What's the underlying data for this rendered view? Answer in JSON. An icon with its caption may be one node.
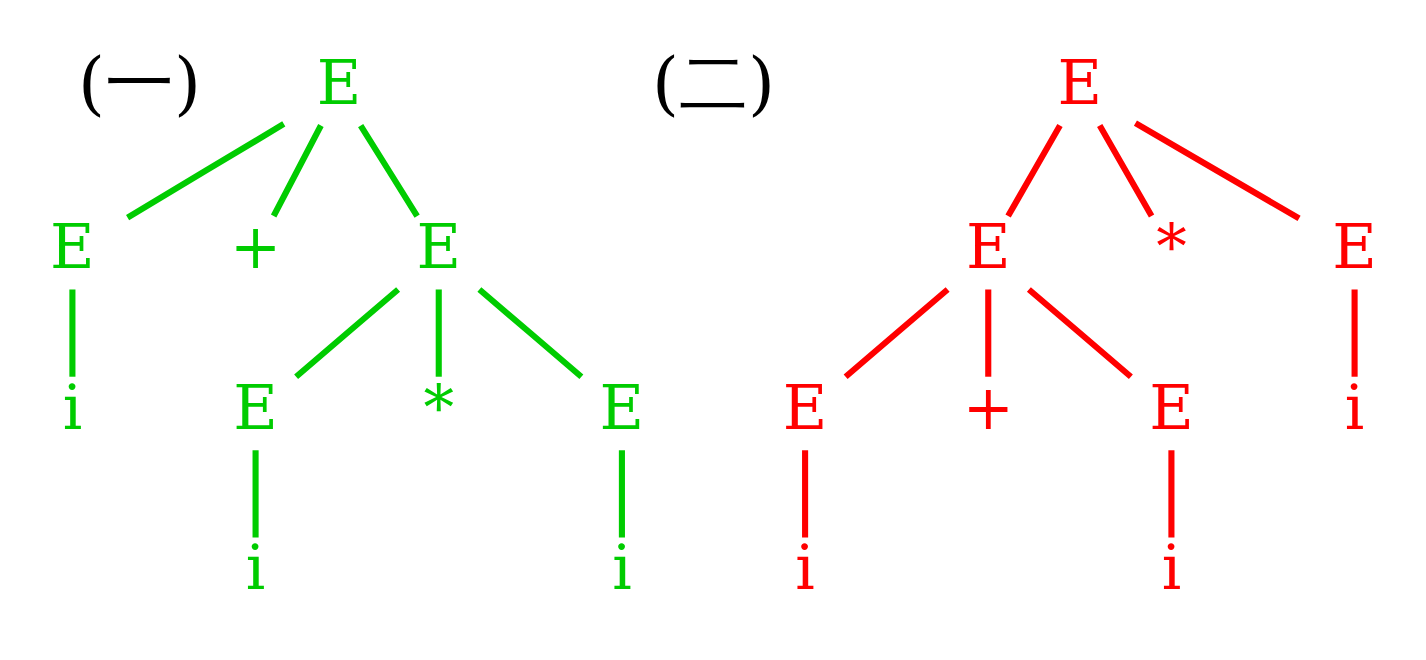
{
  "diagram": {
    "nodes": [
      {
        "text": [
          "E"
        ]
      },
      {
        "text": [
          "E"
        ]
      },
      {
        "text": [
          "+"
        ]
      },
      {
        "text": [
          "E"
        ]
      },
      {
        "text": [
          "i"
        ]
      },
      {
        "text": [
          "E"
        ]
      },
      {
        "text": [
          "*"
        ]
      },
      {
        "text": [
          "E"
        ]
      },
      {
        "text": [
          "i"
        ]
      },
      {
        "text": [
          "i"
        ]
      },
      {
        "text": [
          "E"
        ]
      },
      {
        "text": [
          "E"
        ]
      },
      {
        "text": [
          "*"
        ]
      },
      {
        "text": [
          "E"
        ]
      },
      {
        "text": [
          "E"
        ]
      },
      {
        "text": [
          "+"
        ]
      },
      {
        "text": [
          "E"
        ]
      },
      {
        "text": [
          "i"
        ]
      },
      {
        "text": [
          "i"
        ]
      },
      {
        "text": [
          "i"
        ]
      }
    ],
    "edges": [
      {
        "from": 0,
        "to": 1,
        "arrow": "none",
        "color": "#00cc00"
      },
      {
        "from": 0,
        "to": 2,
        "arrow": "none",
        "color": "#00cc00"
      },
      {
        "from": 0,
        "to": 3,
        "arrow": "none",
        "color": "#00cc00"
      },
      {
        "from": 1,
        "to": 4,
        "arrow": "none",
        "color": "#00cc00"
      },
      {
        "from": 3,
        "to": 5,
        "arrow": "none",
        "color": "#00cc00"
      },
      {
        "from": 3,
        "to": 6,
        "arrow": "none",
        "color": "#00cc00"
      },
      {
        "from": 3,
        "to": 7,
        "arrow": "none",
        "color": "#00cc00"
      },
      {
        "from": 5,
        "to": 8,
        "arrow": "none",
        "color": "#00cc00"
      },
      {
        "from": 7,
        "to": 9,
        "arrow": "none",
        "color": "#00cc00"
      },
      {
        "from": 10,
        "to": 11,
        "arrow": "none",
        "color": "#ff0000"
      },
      {
        "from": 10,
        "to": 12,
        "arrow": "none",
        "color": "#ff0000"
      },
      {
        "from": 10,
        "to": 13,
        "arrow": "none",
        "color": "#ff0000"
      },
      {
        "from": 11,
        "to": 14,
        "arrow": "none",
        "color": "#ff0000"
      },
      {
        "from": 11,
        "to": 15,
        "arrow": "none",
        "color": "#ff0000"
      },
      {
        "from": 11,
        "to": 16,
        "arrow": "none",
        "color": "#ff0000"
      },
      {
        "from": 13,
        "to": 17,
        "arrow": "none",
        "color": "#ff0000"
      },
      {
        "from": 14,
        "to": 18,
        "arrow": "none",
        "color": "#ff0000"
      },
      {
        "from": 16,
        "to": 19,
        "arrow": "none",
        "color": "#ff0000"
      }
    ],
    "labels": [
      "(一)",
      "(二)"
    ]
  }
}
